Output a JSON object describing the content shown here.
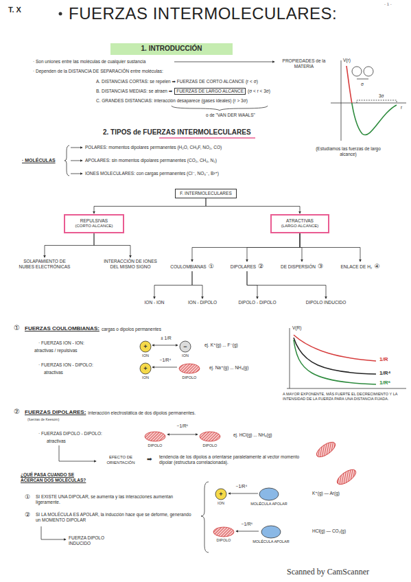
{
  "diagram": {
    "title": "FUERZAS INTERMOLECULARES:",
    "nodes": [
      {
        "text": [
          "1. INTRODUCCIÓN"
        ]
      },
      {
        "text": [
          "FUERZAS DE LARGO ALCANCE"
        ]
      },
      {
        "text": [
          "F. INTERMOLECULARES"
        ]
      },
      {
        "text": [
          "REPULSIVAS",
          "(CORTO ALCANCE)"
        ]
      },
      {
        "text": [
          "ATRACTIVAS",
          "(LARGO ALCANCE)"
        ]
      },
      {
        "text": [
          "SOLAPAMIENTO DE NUBES ELECTRÓNICAS"
        ]
      },
      {
        "text": [
          "INTERACCIÓN DE IONES DEL MISMO SIGNO"
        ]
      },
      {
        "text": [
          "COULOMBIANAS",
          "①"
        ]
      },
      {
        "text": [
          "DIPOLARES",
          "②"
        ]
      },
      {
        "text": [
          "DE DISPERSIÓN",
          "③"
        ]
      },
      {
        "text": [
          "ENLACE DE H₂",
          "④"
        ]
      },
      {
        "text": [
          "ION - ION"
        ]
      },
      {
        "text": [
          "ION - DIPOLO"
        ]
      },
      {
        "text": [
          "DIPOLO - DIPOLO"
        ]
      },
      {
        "text": [
          "DIPOLO INDUCIDO"
        ]
      }
    ],
    "edges": [
      {
        "from": 2,
        "to": 3,
        "arrow": "to"
      },
      {
        "from": 2,
        "to": 4,
        "arrow": "to"
      },
      {
        "from": 3,
        "to": 5,
        "arrow": "to"
      },
      {
        "from": 3,
        "to": 6,
        "arrow": "to"
      },
      {
        "from": 4,
        "to": 7,
        "arrow": "to"
      },
      {
        "from": 4,
        "to": 8,
        "arrow": "to"
      },
      {
        "from": 4,
        "to": 9,
        "arrow": "to"
      },
      {
        "from": 4,
        "to": 10,
        "arrow": "to"
      },
      {
        "from": 7,
        "to": 11,
        "arrow": "to"
      },
      {
        "from": 7,
        "to": 12,
        "arrow": "to"
      },
      {
        "from": 8,
        "to": 13,
        "arrow": "to"
      },
      {
        "from": 8,
        "to": 14,
        "arrow": "to"
      }
    ],
    "labels": [
      "T. X",
      "- 1 -",
      "· Son uniones entre las moléculas de cualquier sustancia",
      "PROPIEDADES de la MATERIA",
      "· Dependen de la DISTANCIA DE SEPARACIÓN entre moléculas:",
      "A. DISTANCIAS CORTAS: se repelen ➡ FUERZAS DE CORTO ALCANCE (r < σ)",
      "B. DISTANCIAS MEDIAS: se atraen ➡",
      "(σ < r < 3σ)",
      "C. GRANDES DISTANCIAS: interacción desaparece (gases ideales) (r > 3σ)",
      "o de \"VAN DER WAALS\"",
      "V(r)",
      "r",
      "σ",
      "3σ",
      "2. TIPOS de FUERZAS INTERMOLECULARES",
      "· MOLÉCULAS",
      "POLARES: momentos dipolares permanentes (H₂O, CH₃F, NO₂, CO)",
      "APOLARES: sin momentos dipolares permanentes (CO₂, CH₄, N₂)",
      "IONES MOLECULARES: con cargas permanentes (Cl⁻, NO₃⁻, B³⁺)",
      "(Estudiamos las fuerzas de largo alcance)",
      "①",
      "FUERZAS COULOMBIANAS:",
      "cargas o dipolos permanentes",
      "· FUERZAS ION - ION:",
      "atractivas / repulsivas",
      "+",
      "ION",
      "± 1/R",
      "−",
      "ION",
      "ej. K⁺(g) ... F⁻(g)",
      "· FUERZAS ION - DIPOLO:",
      "atractivas",
      "+",
      "ION",
      "−1/R⁴",
      "DIPOLO",
      "ej. Na⁺(g) ... NH₃(g)",
      "V(R)",
      "1/R",
      "1/R⁴",
      "1/R⁶",
      "A MAYOR EXPONENTE, MÁS FUERTE EL DECRECIMIENTO Y LA INTENSIDAD DE LA FUERZA PARA UNA DISTANCIA FIJADA.",
      "②",
      "FUERZAS DIPOLARES:",
      "interacción electrostática de dos dipolos permanentes.",
      "(fuerzas de Keesom)",
      "· FUERZAS DIPOLO - DIPOLO:",
      "atractivas",
      "−1/R⁶",
      "DIPOLO",
      "DIPOLO",
      "ej. HCl(g) ... NH₃(g)",
      "EFECTO DE ORIENTACIÓN",
      "➡",
      "tendencia de los dipolos a orientarse paralelamente al vector momento dipolar (estructura correlacionada).",
      "¿QUÉ PASA CUANDO SE ACERCAN DOS MOLÉCULAS?",
      "①",
      "SI EXISTE UNA DIPOLAR, se aumenta y las interacciones aumentan ligeramente.",
      "②",
      "SI LA MOLÉCULA ES APOLAR, la inducción hace que se deforme, generando un MOMENTO DIPOLAR",
      "FUERZA DIPOLO INDUCIDO",
      "+",
      "ION",
      "−1/R⁴",
      "MOLÉCULA APOLAR",
      "K⁺(g) — Ar(g)",
      "DIPOLO",
      "−1/R⁶",
      "MOLÉCULA APOLAR",
      "HCl(g) — CO₂(g)",
      "Scanned by CamScanner"
    ]
  }
}
